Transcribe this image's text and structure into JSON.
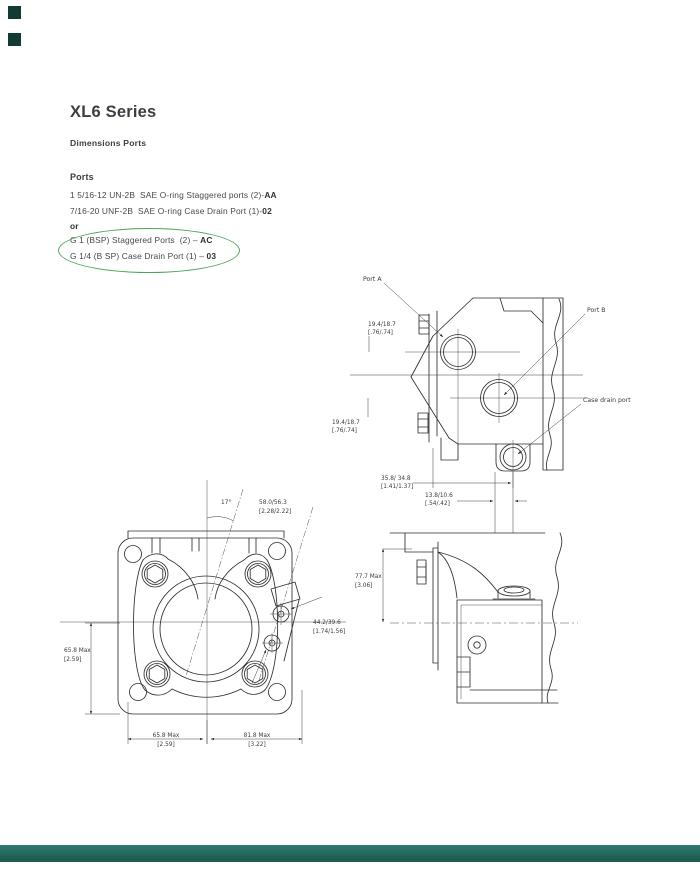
{
  "page": {
    "title": "XL6 Series",
    "subtitle": "Dimensions Ports"
  },
  "ports": {
    "heading": "Ports",
    "lines": [
      {
        "text": "1 5/16-12 UN-2B  SAE O-ring Staggered ports (2)-",
        "code": "AA"
      },
      {
        "text": "7/16-20 UNF-2B  SAE O-ring Case Drain Port (1)-",
        "code": "02"
      }
    ],
    "or_label": "or",
    "bsp_lines": [
      {
        "text": "G 1 (BSP) Staggered Ports  (2) – ",
        "code": "AC"
      },
      {
        "text": "G 1/4 (B SP) Case Drain Port (1) – ",
        "code": "03"
      }
    ],
    "highlight_color": "#4aa457"
  },
  "diagram": {
    "labels": {
      "port_a": "Port A",
      "port_b": "Port B",
      "case_drain": "Case drain port"
    },
    "dims": {
      "d19_top_mm": "19.4/18.7",
      "d19_top_in": "[.76/.74]",
      "d19_bot_mm": "19.4/18.7",
      "d19_bot_in": "[.76/.74]",
      "d358_mm": "35.8/ 34.8",
      "d358_in": "[1.41/1.37]",
      "d138_mm": "13.8/10.6",
      "d138_in": "[.54/.42]",
      "angle": "17°",
      "d580_mm": "58.0/56.3",
      "d580_in": "[2.28/2.22]",
      "d442_mm": "44.2/39.6",
      "d442_in": "[1.74/1.56]",
      "d658l_mm": "65.8 Max",
      "d658l_in": "[2.59]",
      "d658b_mm": "65.8 Max",
      "d658b_in": "[2.59]",
      "d818_mm": "81.8 Max",
      "d818_in": "[3.22]",
      "d777_mm": "77.7 Max",
      "d777_in": "[3.06]"
    }
  },
  "decor": {
    "footer_color": "#1e5b50",
    "corner_mark_color": "#123b34"
  }
}
